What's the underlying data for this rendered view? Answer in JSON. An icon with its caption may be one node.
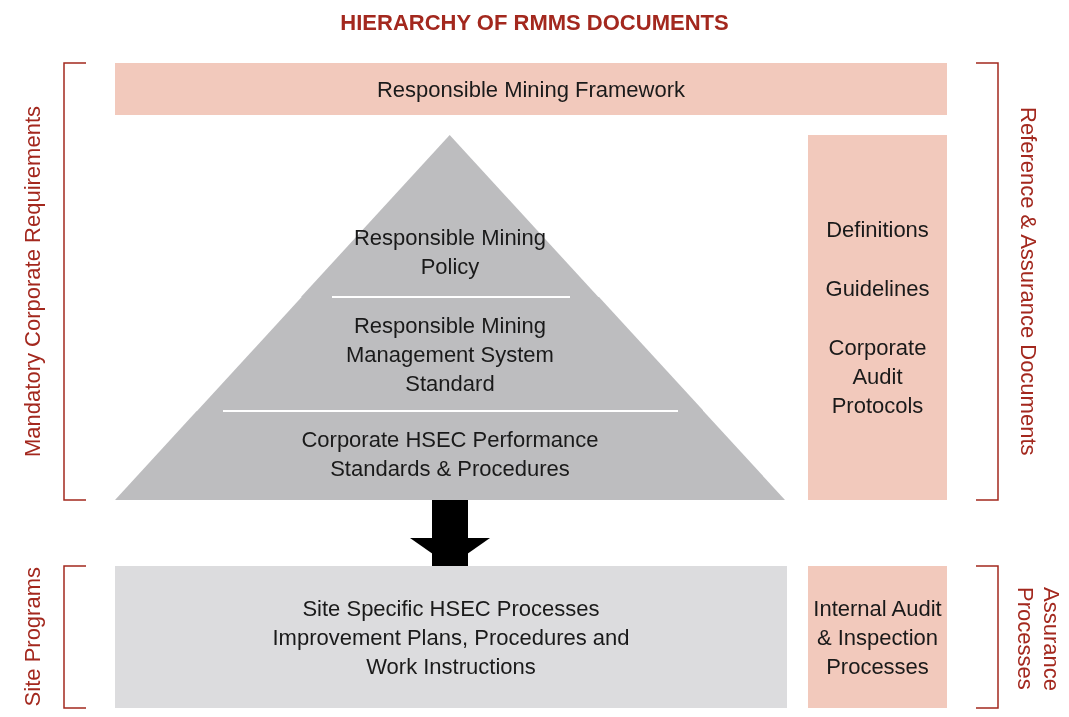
{
  "diagram": {
    "title": "HIERARCHY OF RMMS DOCUMENTS",
    "nodes": [
      {
        "text": [
          "Responsible Mining Framework"
        ]
      },
      {
        "text": [
          "Responsible Mining Policy"
        ]
      },
      {
        "text": [
          "Responsible Mining Management System Standard"
        ]
      },
      {
        "text": [
          "Corporate HSEC Performance Standards & Procedures"
        ]
      },
      {
        "text": [
          "Definitions",
          "Guidelines",
          "Corporate Audit Protocols"
        ]
      },
      {
        "text": [
          "Site Specific HSEC Processes Improvement Plans, Procedures and Work Instructions"
        ]
      },
      {
        "text": [
          "Internal Audit & Inspection Processes"
        ]
      }
    ],
    "edges": [
      {
        "from": 3,
        "to": 5,
        "arrow": "to"
      }
    ],
    "labels": [
      "Mandatory Corporate Requirements",
      "Reference & Assurance Documents",
      "Site Programs",
      "Assurance Processes"
    ]
  }
}
